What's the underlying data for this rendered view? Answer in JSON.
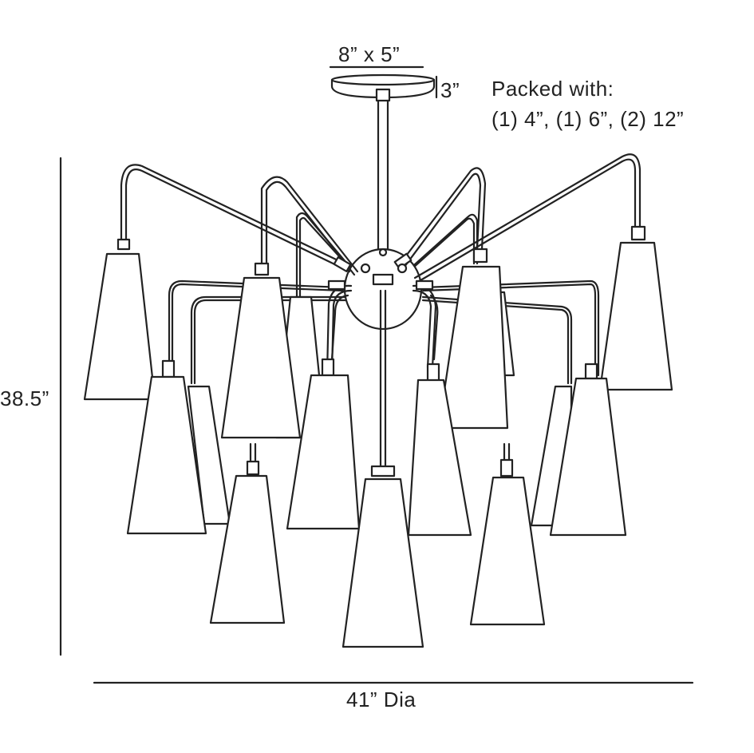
{
  "dimensions": {
    "canopy_size": "8” x 5”",
    "canopy_height": "3”",
    "overall_height": "38.5”",
    "diameter": "41” Dia"
  },
  "packed_with": {
    "line_1": "Packed with:",
    "line_2": "(1) 4”, (1) 6”, (2) 12”"
  },
  "colors": {
    "line": "#222222",
    "background": "#ffffff"
  },
  "icons": [
    "chandelier-line-drawing"
  ]
}
